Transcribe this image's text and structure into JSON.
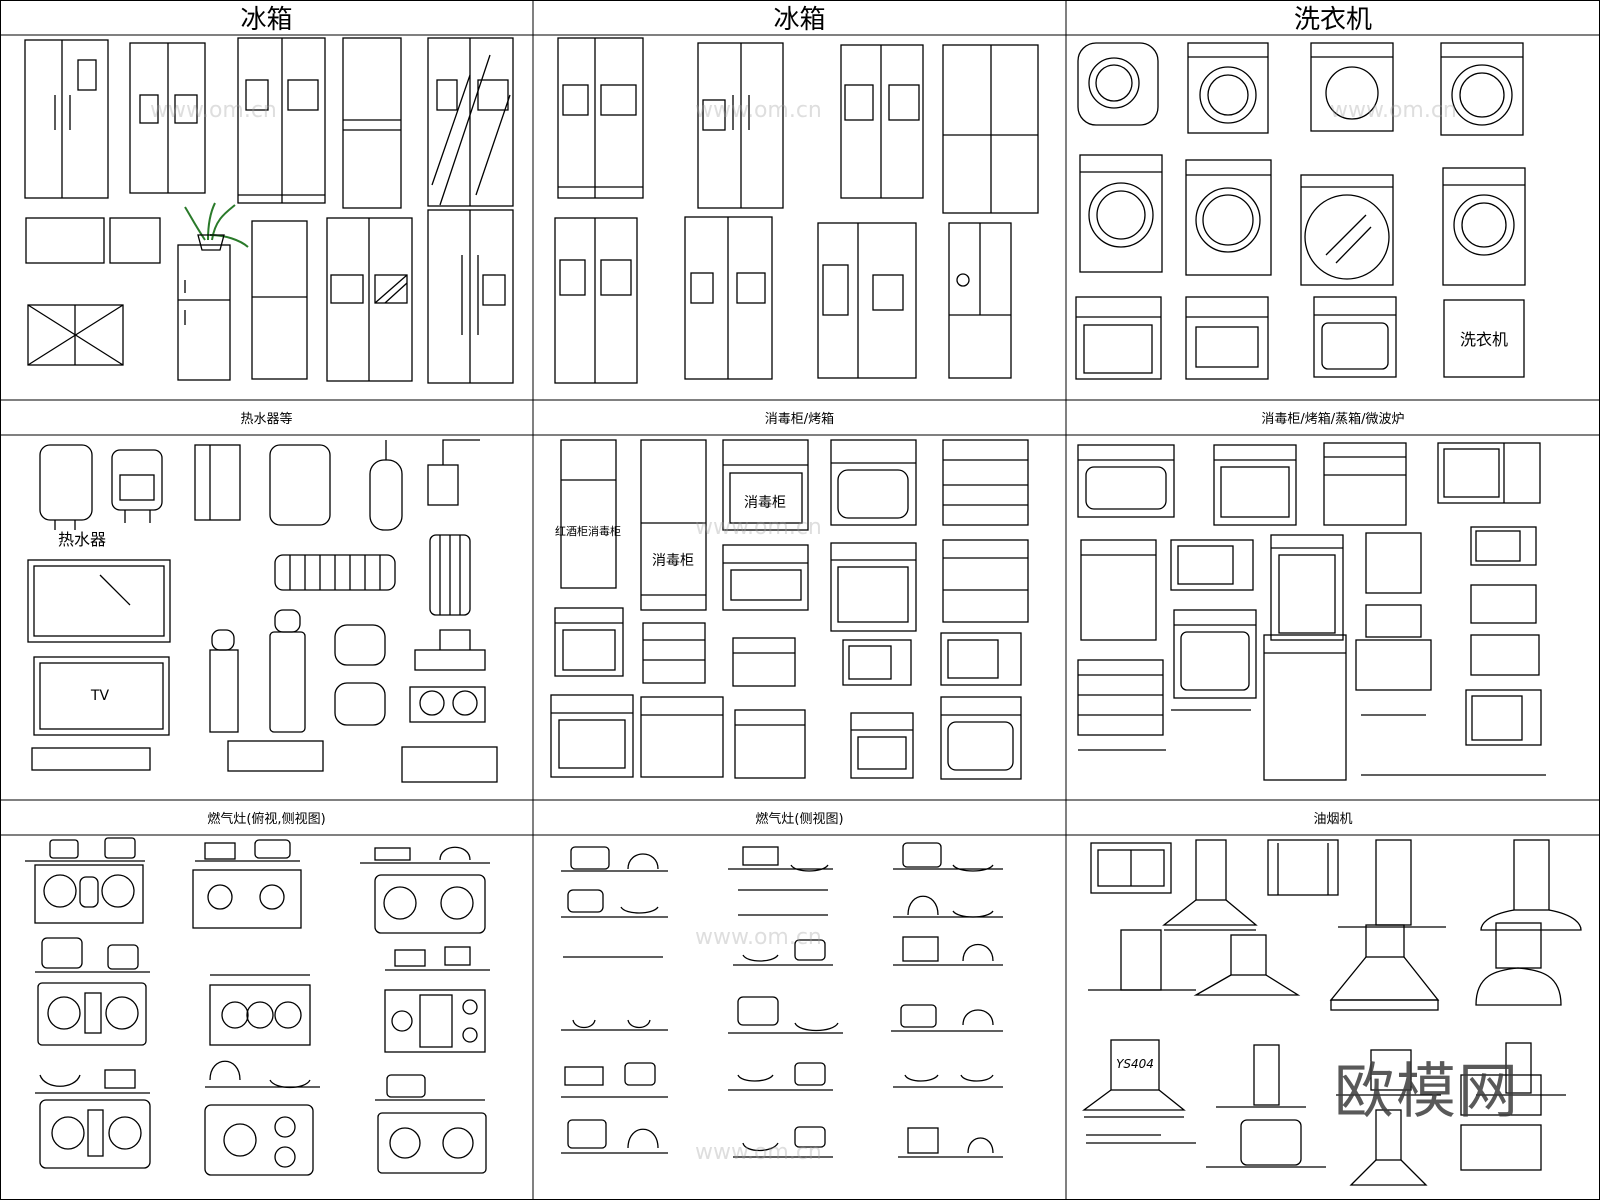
{
  "headers": {
    "row1": [
      "冰箱",
      "冰箱",
      "洗衣机"
    ],
    "row2": [
      "热水器等",
      "消毒柜/烤箱",
      "消毒柜/烤箱/蒸箱/微波炉"
    ],
    "row3": [
      "燃气灶(俯视,侧视图)",
      "燃气灶(侧视图)",
      "油烟机"
    ]
  },
  "labels": {
    "heater": "热水器",
    "tv": "TV",
    "washer": "洗衣机",
    "sterilizer": "消毒柜",
    "sterilizer_vertical": "红酒柜消毒柜",
    "hood_model": "YS404"
  },
  "watermark": {
    "main": "欧模网",
    "site": "www.om.cn"
  }
}
